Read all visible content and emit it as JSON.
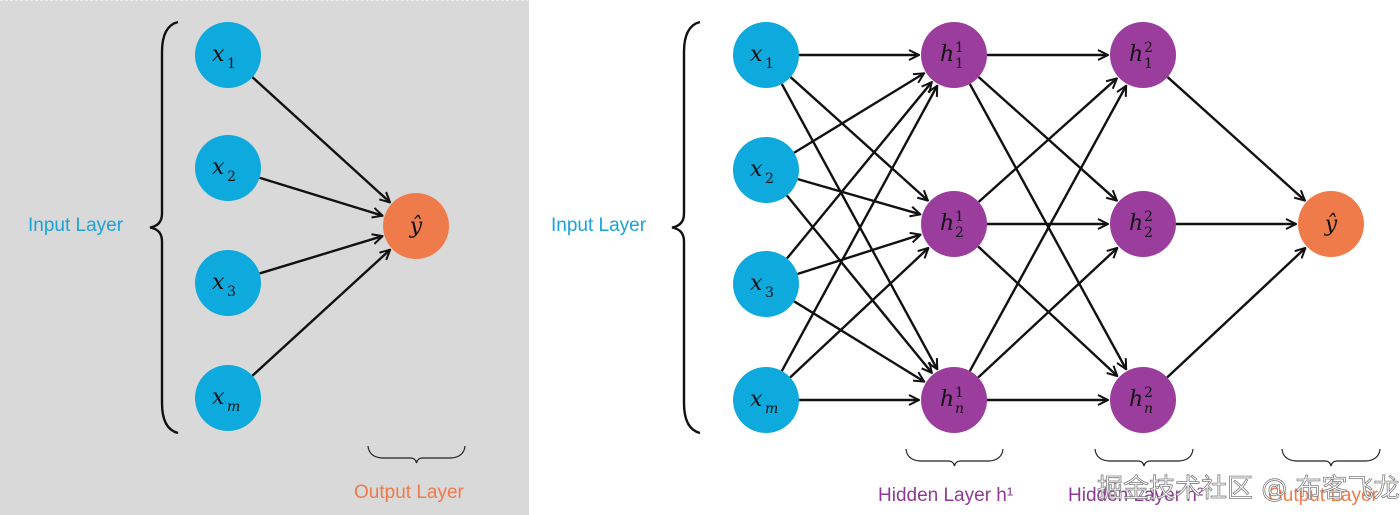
{
  "colors": {
    "input_node": "#0ea9dd",
    "hidden_node": "#9a3d9d",
    "output_node": "#f07b4a",
    "input_label": "#1aa3d6",
    "hidden_label": "#8e3a95",
    "output_label": "#ef7a4a",
    "edge": "#111111",
    "panel_bg": "#d9d9d9"
  },
  "left_diagram": {
    "title": "Single-layer network (perceptron)",
    "input_layer_label": "Input Layer",
    "output_layer_label": "Output Layer",
    "inputs": [
      {
        "base": "x",
        "sub": "1"
      },
      {
        "base": "x",
        "sub": "2"
      },
      {
        "base": "x",
        "sub": "3"
      },
      {
        "base": "x",
        "sub": "m"
      }
    ],
    "output": {
      "base": "ŷ"
    }
  },
  "right_diagram": {
    "title": "Multi-layer network",
    "input_layer_label": "Input Layer",
    "hidden_layer_1_label": "Hidden Layer h¹",
    "hidden_layer_2_label": "Hidden Layer h²",
    "output_layer_label": "Output Layer",
    "inputs": [
      {
        "base": "x",
        "sub": "1"
      },
      {
        "base": "x",
        "sub": "2"
      },
      {
        "base": "x",
        "sub": "3"
      },
      {
        "base": "x",
        "sub": "m"
      }
    ],
    "hidden1": [
      {
        "base": "h",
        "sup": "1",
        "sub": "1"
      },
      {
        "base": "h",
        "sup": "1",
        "sub": "2"
      },
      {
        "base": "h",
        "sup": "1",
        "sub": "n"
      }
    ],
    "hidden2": [
      {
        "base": "h",
        "sup": "2",
        "sub": "1"
      },
      {
        "base": "h",
        "sup": "2",
        "sub": "2"
      },
      {
        "base": "h",
        "sup": "2",
        "sub": "n"
      }
    ],
    "output": {
      "base": "ŷ"
    }
  },
  "watermark": "掘金技术社区 @ 布客飞龙"
}
